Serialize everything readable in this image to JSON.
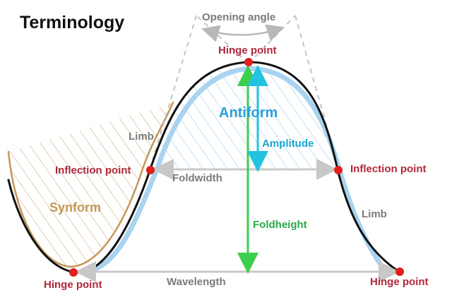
{
  "title": "Terminology",
  "labels": {
    "opening_angle": "Opening angle",
    "hinge_top": "Hinge point",
    "hinge_left": "Hinge point",
    "hinge_right": "Hinge point",
    "antiform": "Antiform",
    "synform": "Synform",
    "limb_left": "Limb",
    "limb_right": "Limb",
    "amplitude": "Amplitude",
    "inflection_left": "Inflection point",
    "inflection_right": "Inflection point",
    "foldwidth": "Foldwidth",
    "foldheight": "Foldheight",
    "wavelength": "Wavelength"
  },
  "colors": {
    "fold_line": "#111111",
    "inner_layer": "#a9d3ef",
    "hatch": "#a9d3ef",
    "synform": "#c49758",
    "hinge_dot": "#e0201c",
    "label_red": "#b0283a",
    "label_gray": "#7a7a7a",
    "antiform_label": "#2a9fd8",
    "amplitude": "#22c3df",
    "foldheight": "#3ccf4e",
    "measure_arrow": "#c8c8c8",
    "dashed": "#c4c4c4"
  }
}
